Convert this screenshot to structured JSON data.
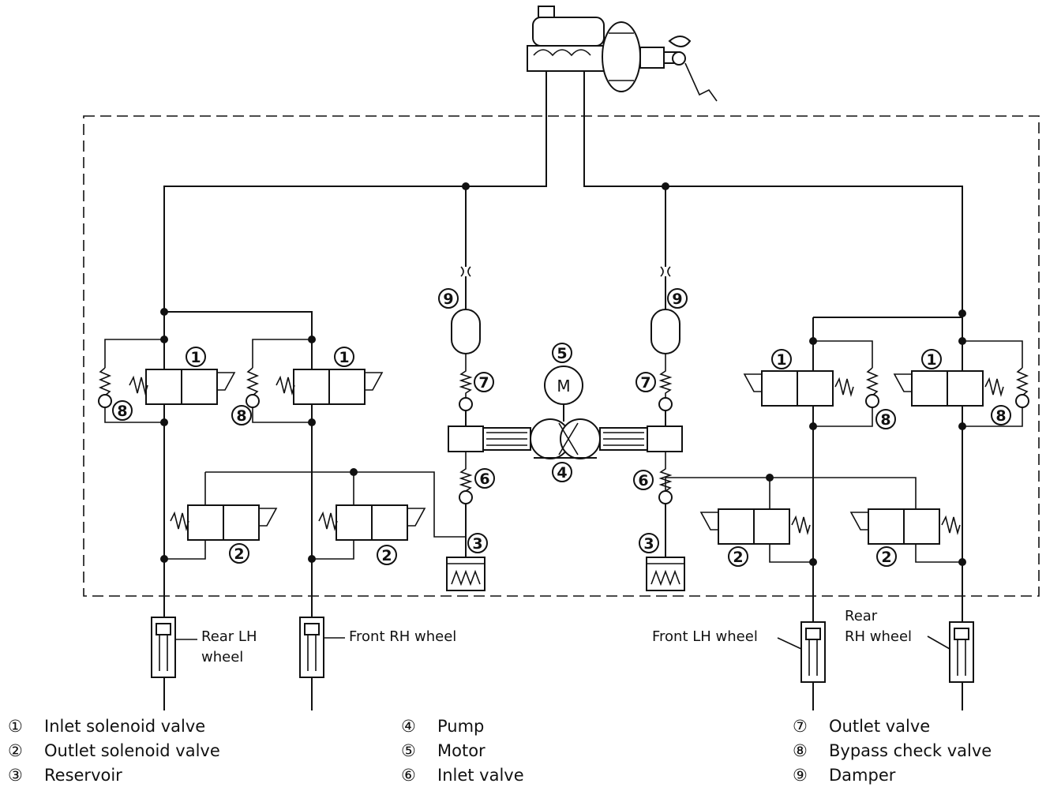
{
  "callouts": {
    "inlet_solenoid": "1",
    "outlet_solenoid": "2",
    "reservoir": "3",
    "pump": "4",
    "motor": "5",
    "inlet_valve": "6",
    "outlet_valve": "7",
    "bypass_check": "8",
    "damper": "9"
  },
  "motor_symbol": "M",
  "wheels": {
    "rear_lh": [
      "Rear LH",
      "wheel"
    ],
    "front_rh": "Front RH wheel",
    "front_lh": "Front LH wheel",
    "rear_rh": [
      "Rear",
      "RH wheel"
    ]
  },
  "legend": [
    {
      "num": "①",
      "label": "Inlet solenoid valve"
    },
    {
      "num": "②",
      "label": "Outlet solenoid valve"
    },
    {
      "num": "③",
      "label": "Reservoir"
    },
    {
      "num": "④",
      "label": "Pump"
    },
    {
      "num": "⑤",
      "label": "Motor"
    },
    {
      "num": "⑥",
      "label": "Inlet valve"
    },
    {
      "num": "⑦",
      "label": "Outlet valve"
    },
    {
      "num": "⑧",
      "label": "Bypass check valve"
    },
    {
      "num": "⑨",
      "label": "Damper"
    }
  ]
}
